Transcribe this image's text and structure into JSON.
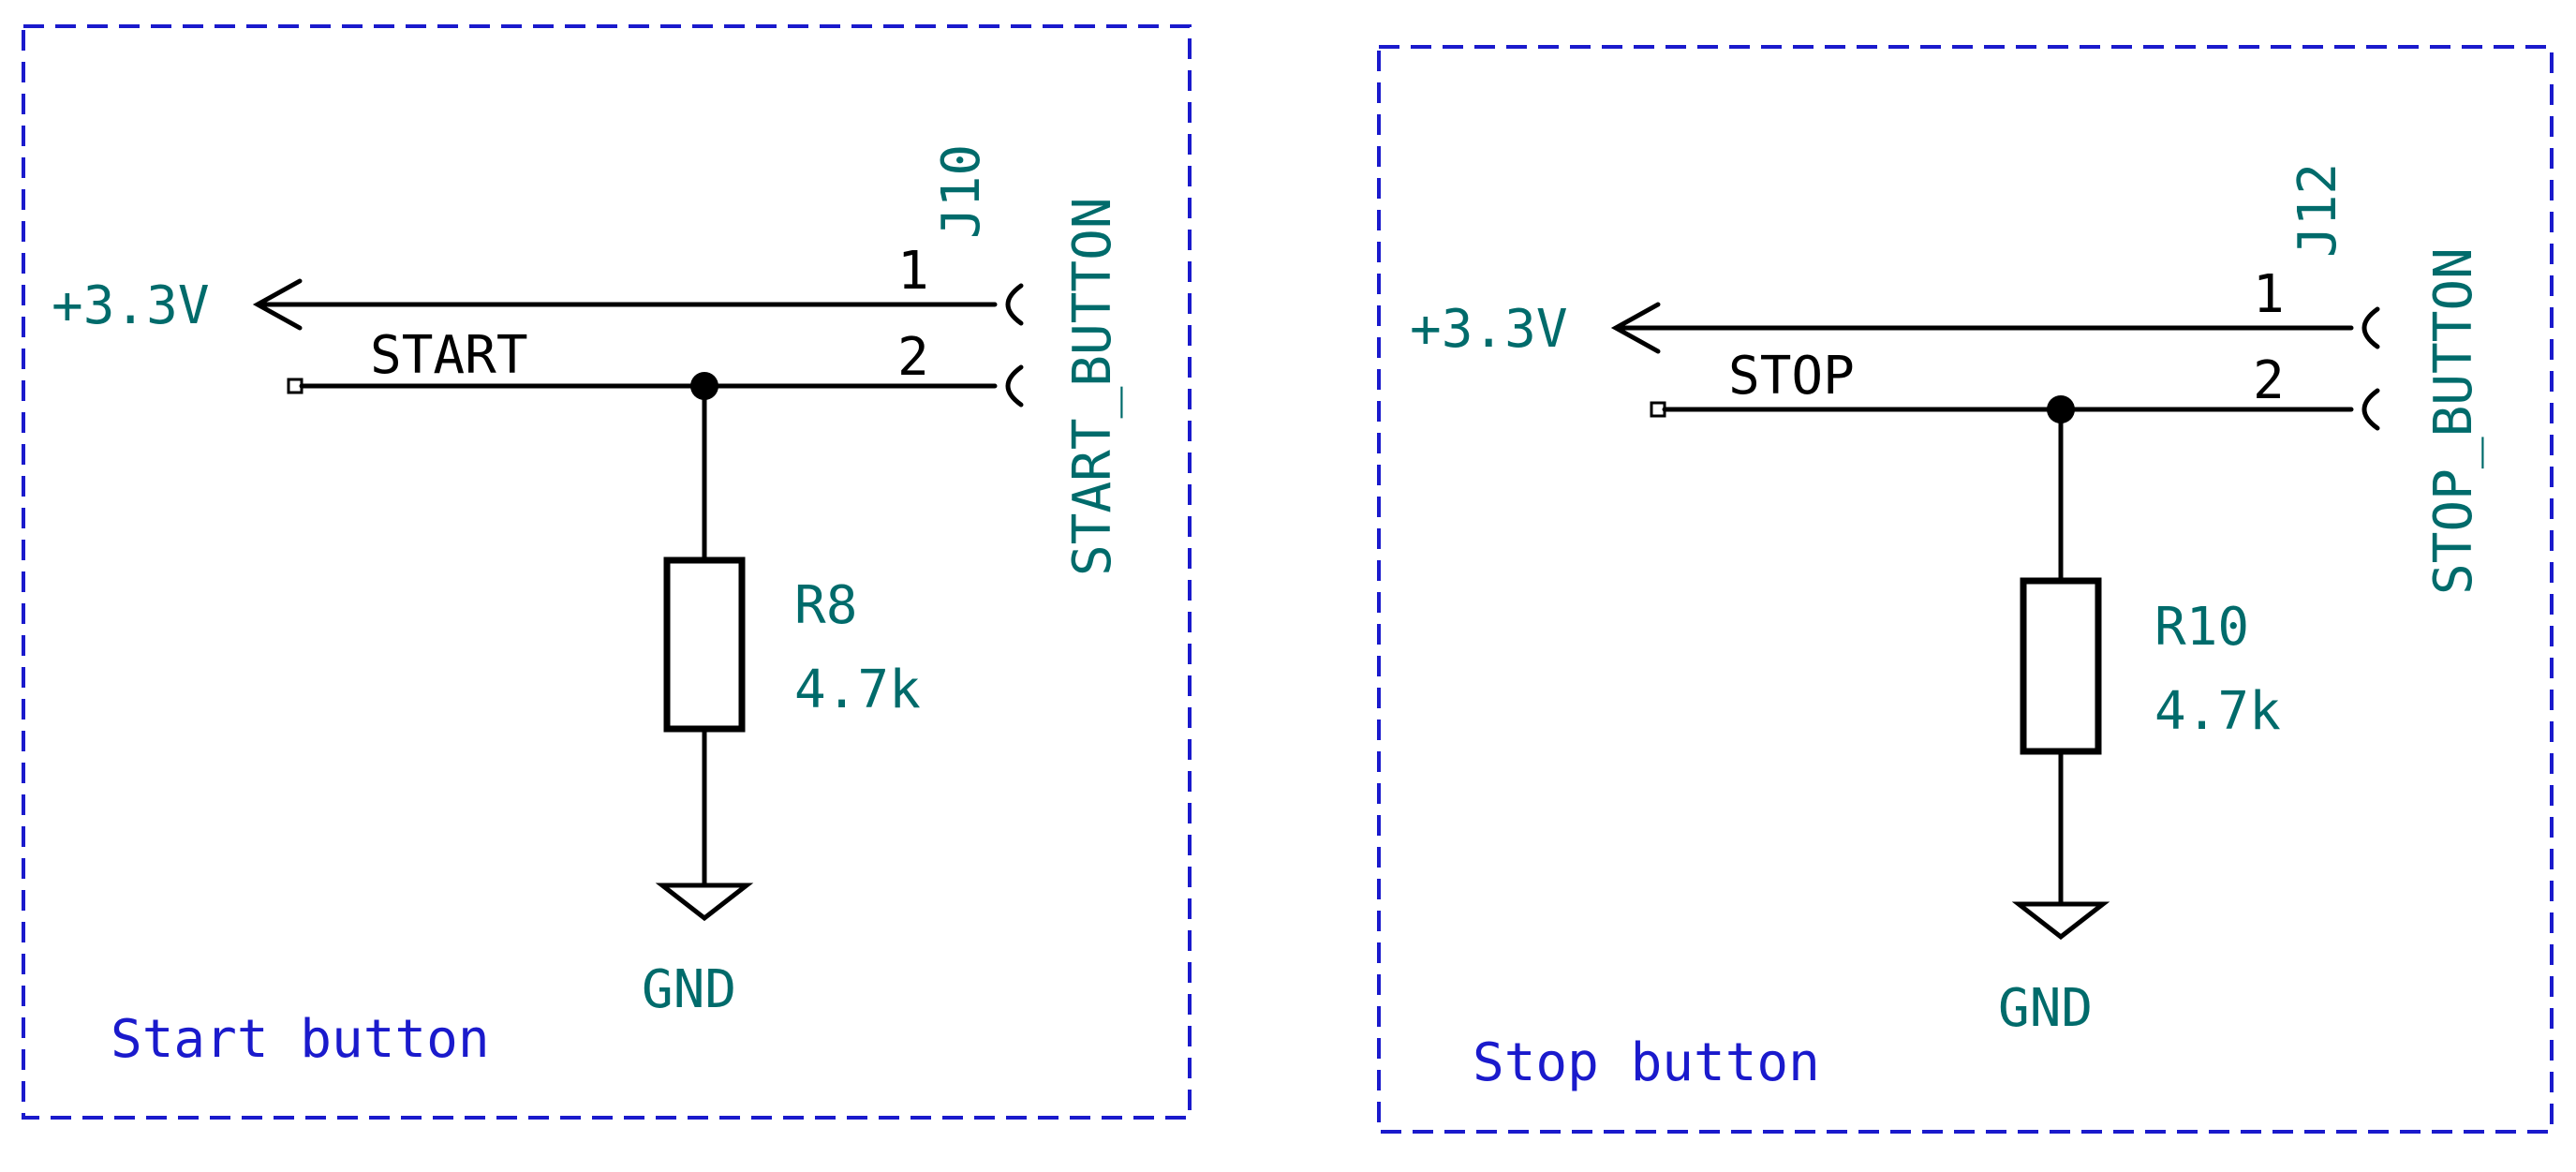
{
  "colors": {
    "frame": "#1a1acc",
    "wire": "#000000",
    "power_label": "#006b6b",
    "component_label": "#006b6b",
    "note": "#1a1acc"
  },
  "blocks": [
    {
      "title": "Start button",
      "power_label": "+3.3V",
      "net_label": "START",
      "connector_ref": "J10",
      "connector_value": "START_BUTTON",
      "pin1": "1",
      "pin2": "2",
      "resistor_ref": "R8",
      "resistor_value": "4.7k",
      "ground_label": "GND"
    },
    {
      "title": "Stop button",
      "power_label": "+3.3V",
      "net_label": "STOP",
      "connector_ref": "J12",
      "connector_value": "STOP_BUTTON",
      "pin1": "1",
      "pin2": "2",
      "resistor_ref": "R10",
      "resistor_value": "4.7k",
      "ground_label": "GND"
    }
  ]
}
